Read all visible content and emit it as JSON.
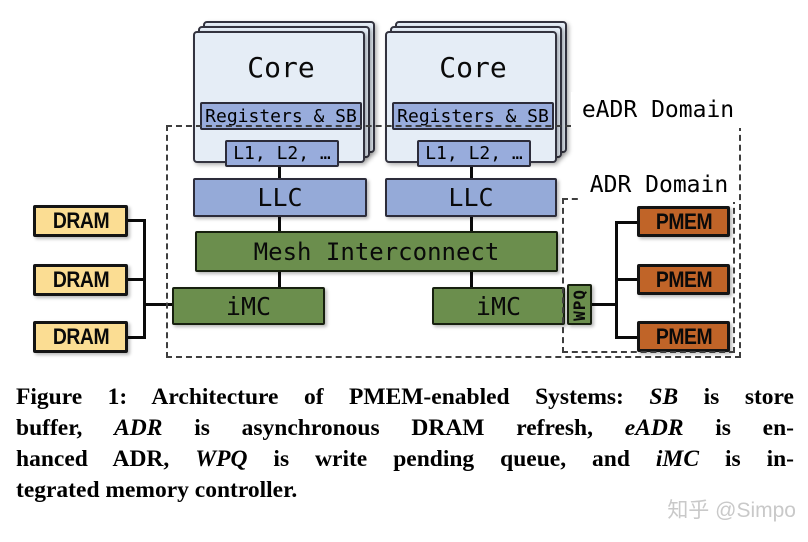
{
  "colors": {
    "core_fill": "#e5edf6",
    "core_border": "#33333f",
    "cache_fill": "#98acdc",
    "llc_fill": "#95aad8",
    "green_fill": "#6b8e4d",
    "dram_fill": "#fbdd93",
    "pmem_fill": "#c06428",
    "line_color": "#0b0b0b",
    "dash_color": "#3e3e3e",
    "watermark_color": "#c9c9c9"
  },
  "diagram": {
    "eadr_domain_label": "eADR Domain",
    "adr_domain_label": "ADR Domain",
    "core_stacks": [
      {
        "title": "Core",
        "registers": "Registers & SB",
        "caches": "L1, L2, …"
      },
      {
        "title": "Core",
        "registers": "Registers & SB",
        "caches": "L1, L2, …"
      }
    ],
    "llc_labels": [
      "LLC",
      "LLC"
    ],
    "mesh_label": "Mesh Interconnect",
    "imc_labels": [
      "iMC",
      "iMC"
    ],
    "wpq_label": "WPQ",
    "dram_labels": [
      "DRAM",
      "DRAM",
      "DRAM"
    ],
    "pmem_labels": [
      "PMEM",
      "PMEM",
      "PMEM"
    ]
  },
  "caption": {
    "lines": [
      {
        "segments": [
          {
            "text": "Figure 1: Architecture of PMEM-enabled Systems: "
          },
          {
            "text": "SB",
            "italic": true
          },
          {
            "text": " is store"
          }
        ]
      },
      {
        "segments": [
          {
            "text": "buffer, "
          },
          {
            "text": "ADR",
            "italic": true
          },
          {
            "text": " is asynchronous DRAM refresh, "
          },
          {
            "text": "eADR",
            "italic": true
          },
          {
            "text": " is en-"
          }
        ]
      },
      {
        "segments": [
          {
            "text": "hanced ADR, "
          },
          {
            "text": "WPQ",
            "italic": true
          },
          {
            "text": " is write pending queue, and "
          },
          {
            "text": "iMC",
            "italic": true
          },
          {
            "text": " is in-"
          }
        ]
      },
      {
        "segments": [
          {
            "text": "tegrated memory controller."
          }
        ]
      }
    ]
  },
  "watermark": "知乎 @Simpo"
}
